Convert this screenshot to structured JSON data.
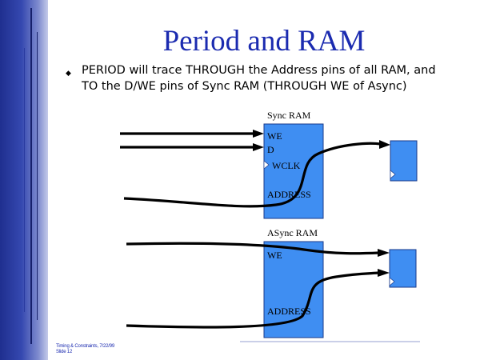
{
  "slide": {
    "title": "Period and RAM",
    "bullet_line_1": "PERIOD will trace THROUGH the Address pins of all RAM, and",
    "bullet_line_2": "TO the D/WE pins of Sync RAM (THROUGH WE of Async)",
    "footer_line_1": "Timing & Constraints, 7/22/99",
    "footer_line_2": "Slide 12"
  },
  "diagram": {
    "sync_ram": {
      "label": "Sync RAM",
      "pin_we": "WE",
      "pin_d": "D",
      "pin_wclk": "WCLK",
      "pin_address": "ADDRESS"
    },
    "async_ram": {
      "label": "ASync RAM",
      "pin_we": "WE",
      "pin_address": "ADDRESS"
    },
    "colors": {
      "ram_fill": "#3f8ef2",
      "register_fill": "#3f8ef2",
      "path_stroke": "#000000",
      "title_color": "#1b2bb0"
    }
  }
}
